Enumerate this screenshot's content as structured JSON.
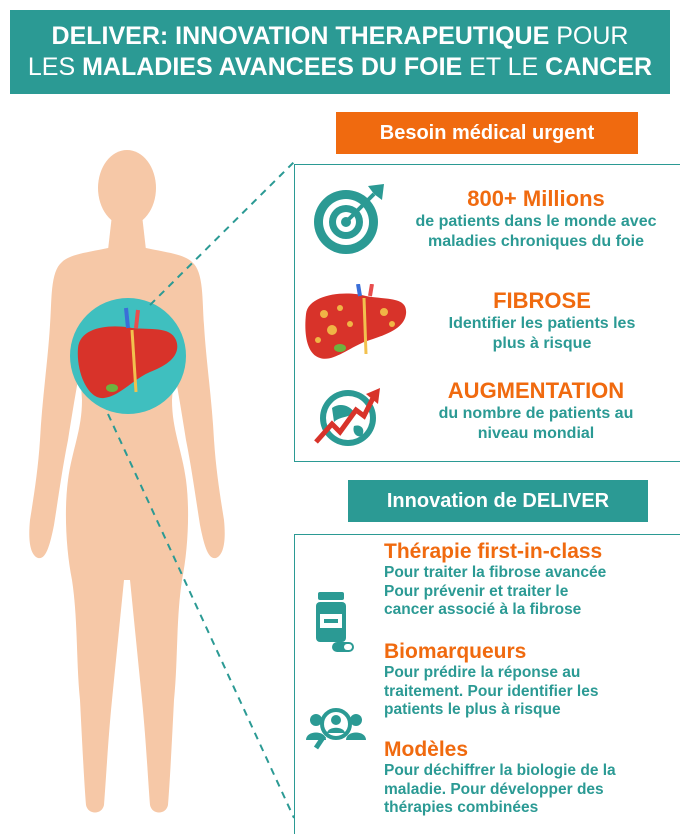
{
  "header": {
    "line1_a": "DELIVER: INNOVATION THERAPEUTIQUE",
    "line1_b": " POUR",
    "line2_a": "LES ",
    "line2_b": "MALADIES AVANCEES DU FOIE",
    "line2_c": " ET LE ",
    "line2_d": "CANCER"
  },
  "medical_need": {
    "label": "Besoin médical urgent",
    "items": [
      {
        "icon": "target-icon",
        "title": "800+ Millions",
        "lines": [
          "de patients dans le monde avec",
          "maladies chroniques du foie"
        ]
      },
      {
        "icon": "fibrotic-liver-icon",
        "title": "FIBROSE",
        "lines": [
          "Identifier les patients les",
          "plus à risque"
        ]
      },
      {
        "icon": "globe-growth-icon",
        "title": "AUGMENTATION",
        "lines": [
          "du nombre de patients au",
          "niveau mondial"
        ]
      }
    ]
  },
  "innovation": {
    "label": "Innovation de DELIVER",
    "items": [
      {
        "title": "Thérapie first-in-class",
        "lines": [
          "Pour traiter la fibrose avancée",
          "Pour prévenir et traiter le",
          "cancer associé à la fibrose"
        ]
      },
      {
        "title": "Biomarqueurs",
        "lines": [
          "Pour prédire la réponse au",
          "traitement. Pour identifier les",
          "patients le plus à risque"
        ]
      },
      {
        "title": "Modèles",
        "lines": [
          "Pour déchiffrer la biologie de la",
          "maladie. Pour développer des",
          "thérapies combinées"
        ]
      }
    ]
  },
  "colors": {
    "teal": "#2b9a94",
    "orange": "#f06a0f",
    "skin": "#f6c8a7",
    "liver": "#d8332a"
  }
}
